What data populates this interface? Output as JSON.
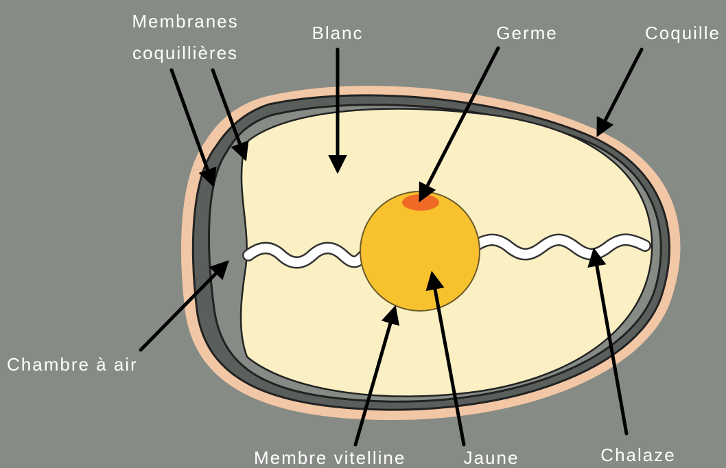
{
  "diagram": {
    "labels": {
      "membranes_line1": "Membranes",
      "membranes_line2": "coquillières",
      "blanc": "Blanc",
      "germe": "Germe",
      "coquille": "Coquille",
      "chambre": "Chambre à air",
      "membrane_vitelline": "Membre vitelline",
      "jaune": "Jaune",
      "chalaze": "Chalaze"
    },
    "colors": {
      "background": "#878b86",
      "shell": "#f2c7a5",
      "membrane": "#2c2c2c",
      "air_chamber": "#878b86",
      "albumen": "#fbf0c4",
      "yolk": "#f8c22f",
      "germ": "#f06a26",
      "chalaze": "#ffffff",
      "arrow": "#000000",
      "label_text": "#ffffff"
    }
  }
}
